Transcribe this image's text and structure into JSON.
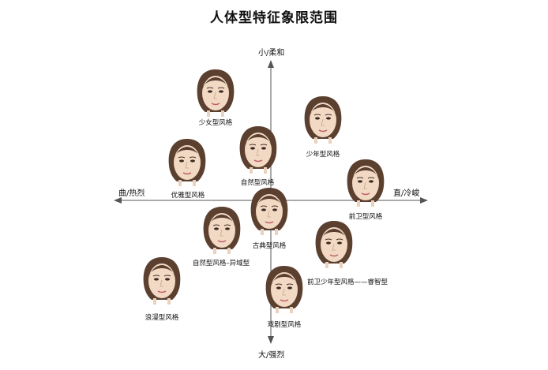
{
  "title": "人体型特征象限范围",
  "axes": {
    "top": "小/柔和",
    "bottom": "大/强烈",
    "left": "曲/热烈",
    "right": "直/冷峻"
  },
  "faces": [
    {
      "id": "shaonv",
      "label": "少女型风格"
    },
    {
      "id": "shaonian",
      "label": "少年型风格"
    },
    {
      "id": "ziran",
      "label": "自然型风格"
    },
    {
      "id": "youya",
      "label": "优雅型风格"
    },
    {
      "id": "qianwei",
      "label": "前卫型风格"
    },
    {
      "id": "gudian",
      "label": "古典型风格"
    },
    {
      "id": "ziran-yiguo",
      "label": "自然型风格–异域型"
    },
    {
      "id": "qianwei-shaonian",
      "label": "前卫少年型风格——睿智型"
    },
    {
      "id": "langman",
      "label": "浪漫型风格"
    },
    {
      "id": "xiju",
      "label": "戏剧型风格"
    }
  ]
}
